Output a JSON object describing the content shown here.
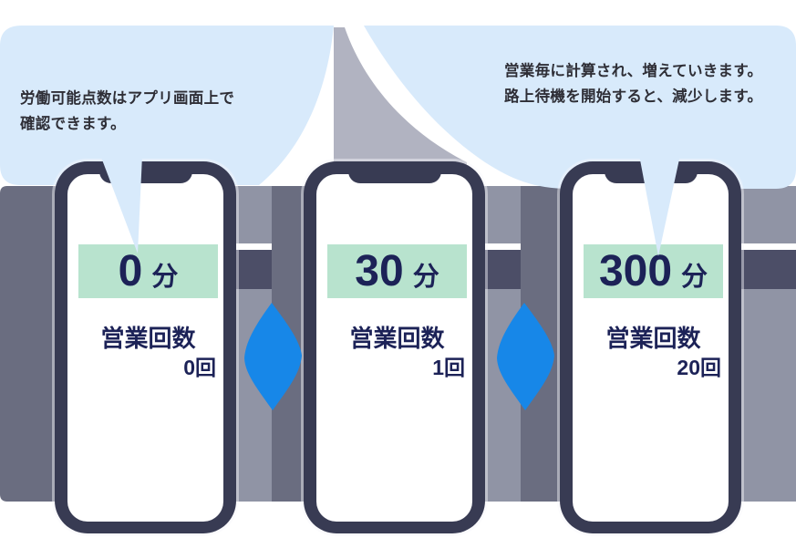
{
  "bubbles": {
    "left": {
      "line1": "労働可能点数はアプリ画面上で",
      "line2": "確認できます。"
    },
    "right": {
      "line1": "営業毎に計算され、増えていきます。",
      "line2": "路上待機を開始すると、減少します。"
    }
  },
  "phones": [
    {
      "minutes": "0",
      "unit": "分",
      "label": "営業回数",
      "count": "0回"
    },
    {
      "minutes": "30",
      "unit": "分",
      "label": "営業回数",
      "count": "1回"
    },
    {
      "minutes": "300",
      "unit": "分",
      "label": "営業回数",
      "count": "20回"
    }
  ],
  "icons": {
    "transition_1": "diamond",
    "transition_2": "diamond"
  },
  "colors": {
    "bubble_blue": "#d8eafb",
    "diamond_blue": "#1787e8",
    "green_highlight": "#b8e3ce",
    "navy_text": "#1c2257",
    "phone_bezel": "#383b53",
    "backdrop_gray_light": "#9094a5",
    "backdrop_gray_dark": "#6a6d80",
    "backdrop_navy_band": "#4c4e67",
    "wedge_gray": "#b1b3c1",
    "bubble_text": "#2e2e36"
  }
}
